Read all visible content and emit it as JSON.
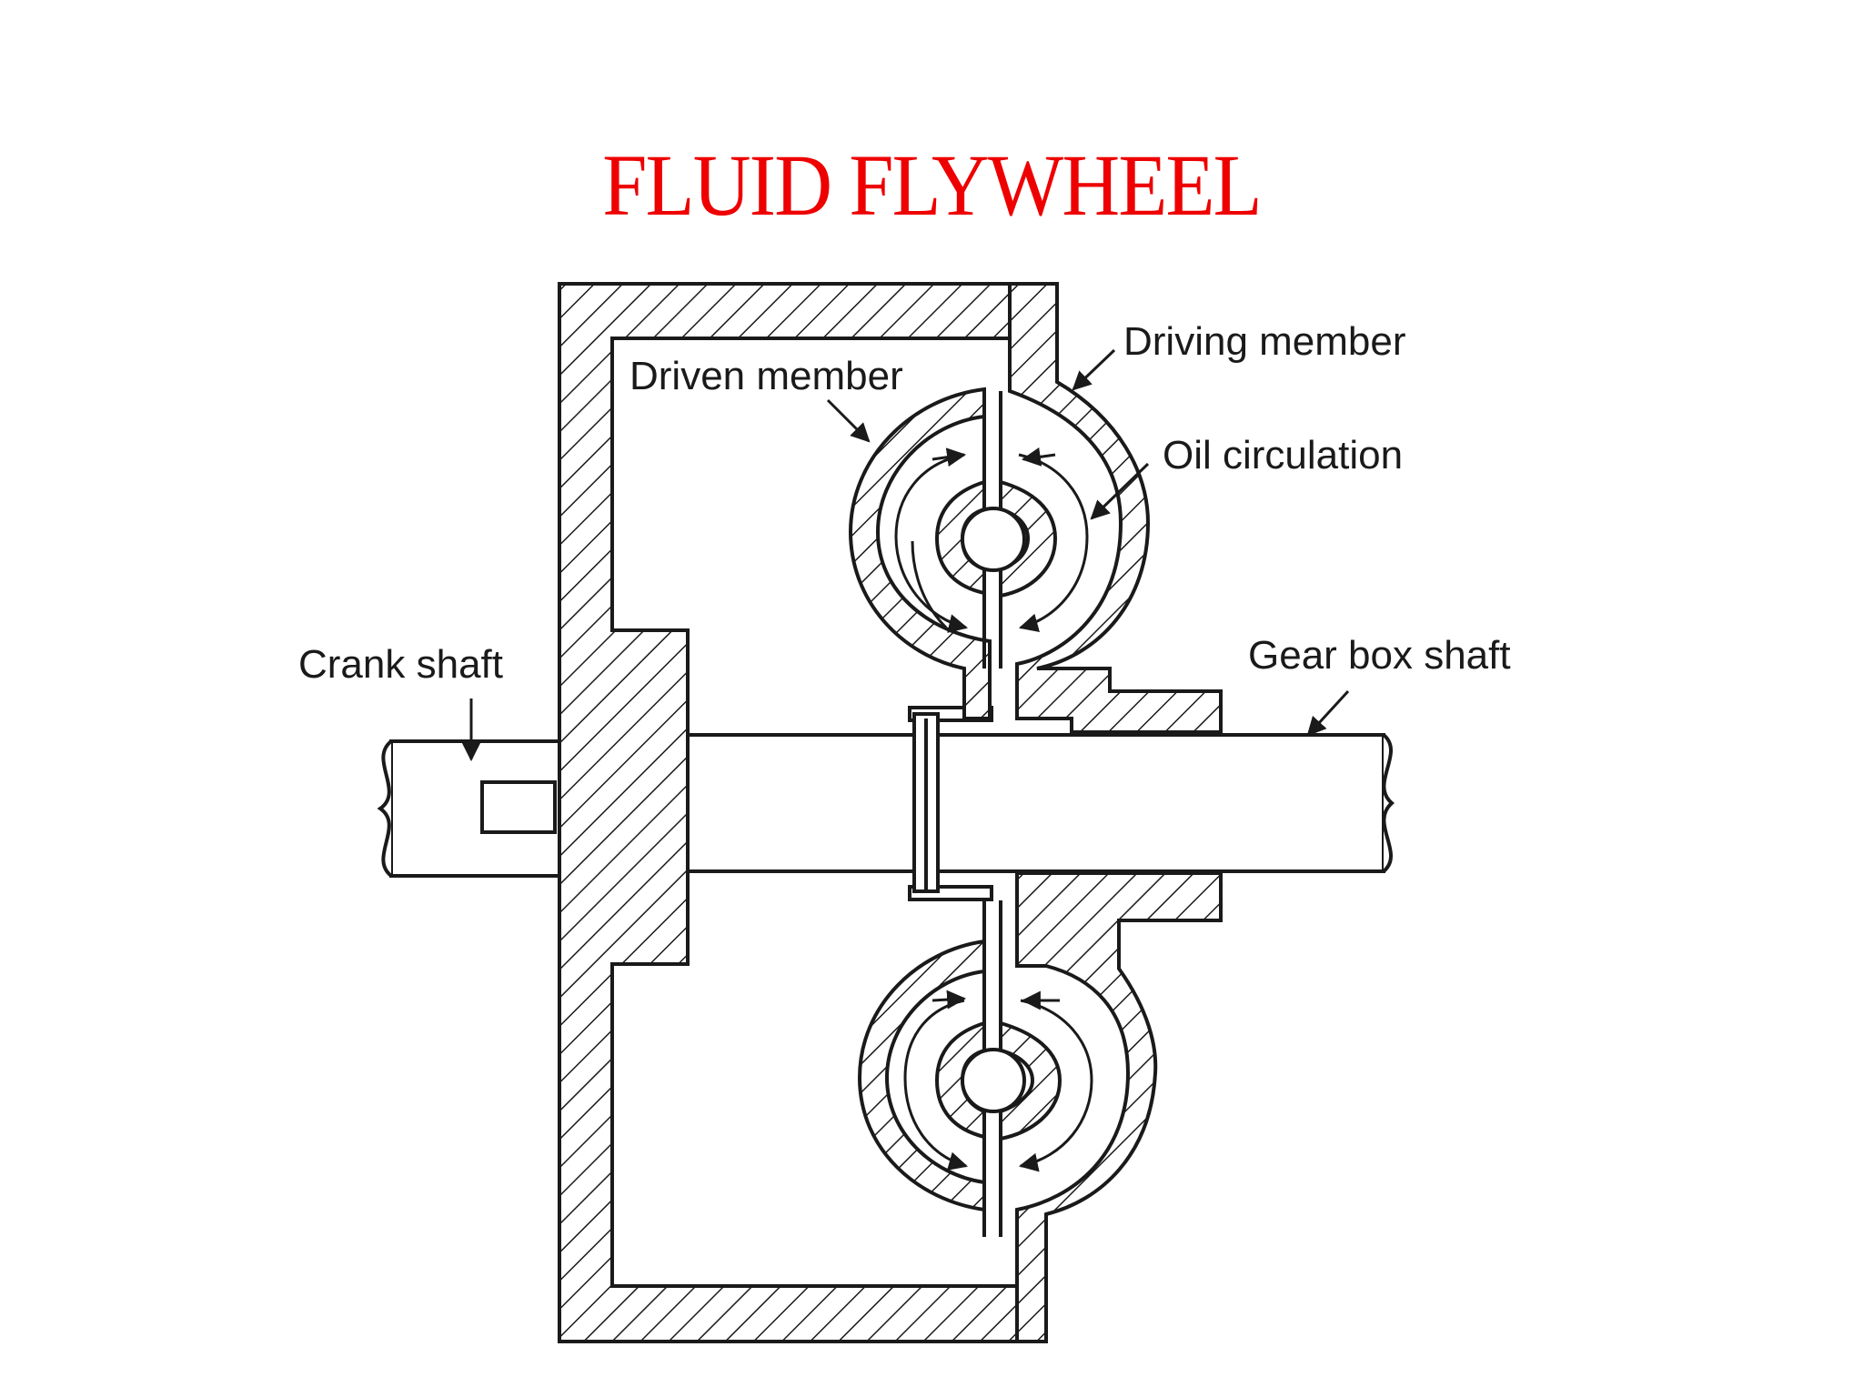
{
  "title": "FLUID FLYWHEEL",
  "colors": {
    "title": "#ee0000",
    "ink": "#1a1a1a",
    "background": "#ffffff"
  },
  "labels": {
    "driving_member": "Driving member",
    "driven_member": "Driven member",
    "oil_circulation": "Oil circulation",
    "crank_shaft": "Crank shaft",
    "gear_box_shaft": "Gear box shaft"
  }
}
